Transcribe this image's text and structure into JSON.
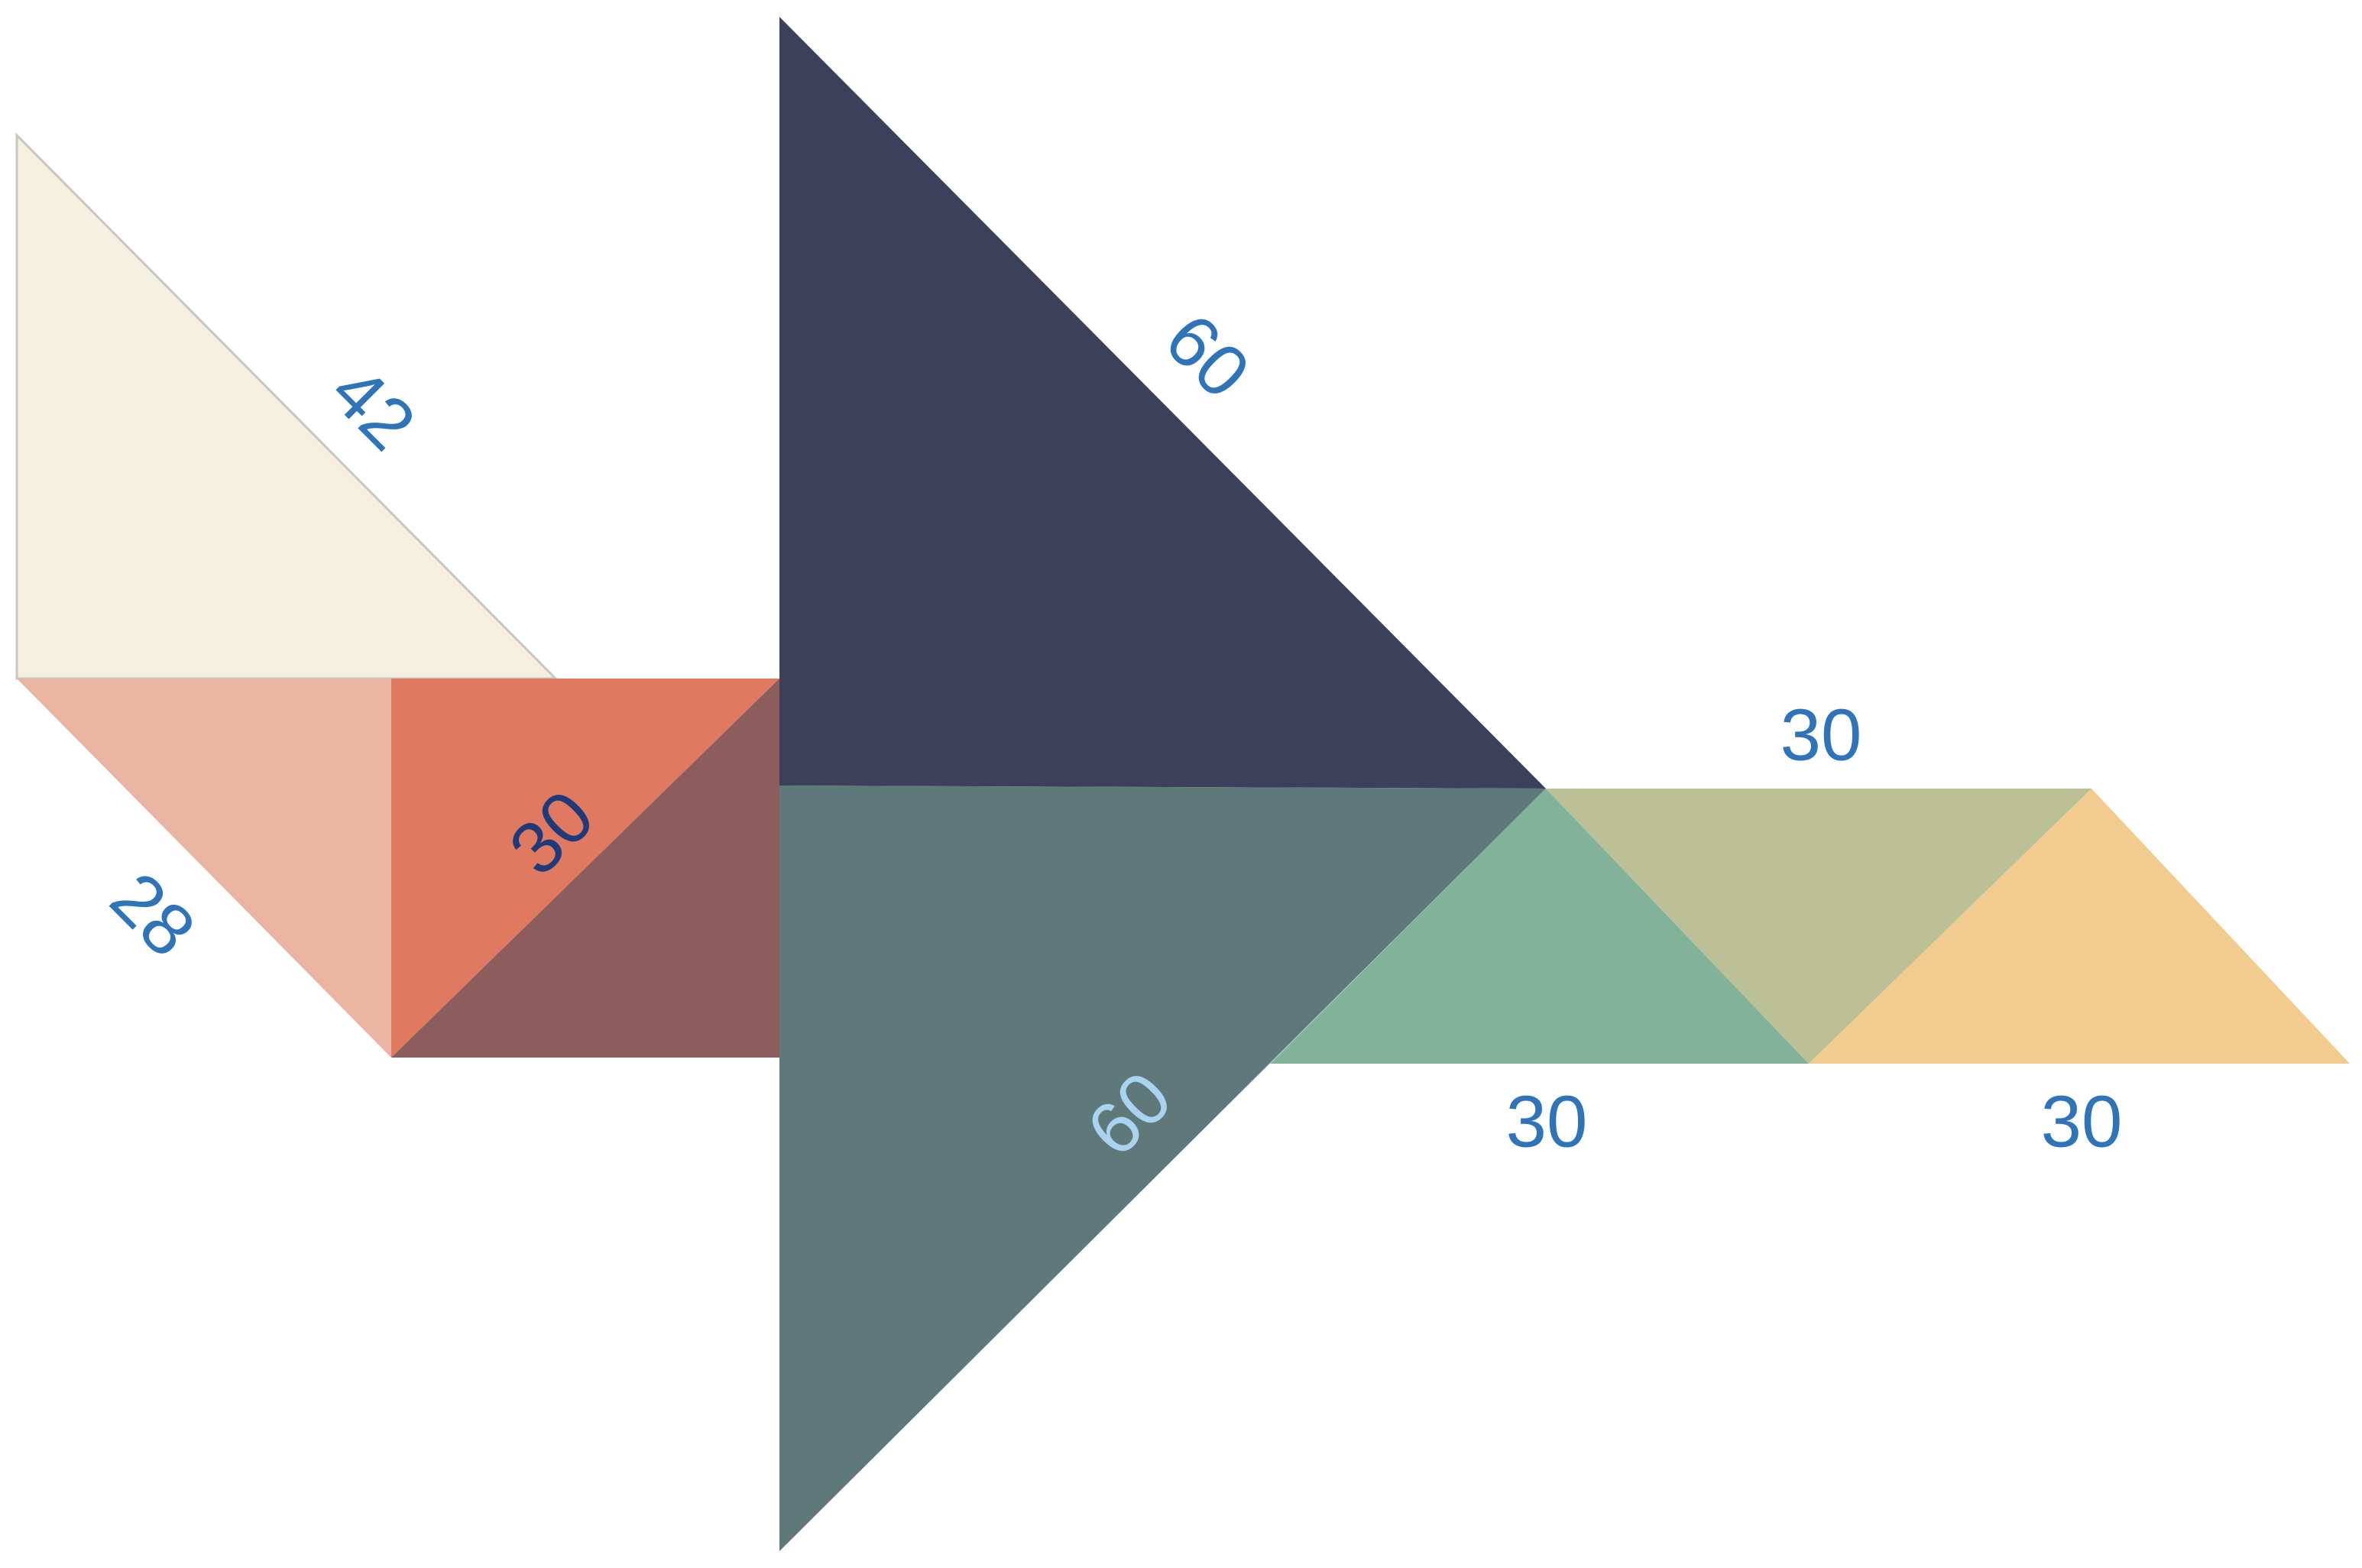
{
  "colors": {
    "label_blue": "#2f74b8",
    "label_dark": "#1e3a7a",
    "label_light": "#a9d3ee",
    "cream": "#f4efdf",
    "peach": "#e9b5a0",
    "coral": "#df7960",
    "maroon": "#8d5d5d",
    "navy": "#3d405b",
    "slate": "#5f7879",
    "mint": "#83b29a",
    "olive": "#bbc097",
    "sand": "#f1cc8e"
  },
  "labels": {
    "cream_hypotenuse": "42",
    "peach_side": "28",
    "coral_diagonal": "30",
    "navy_hypotenuse": "60",
    "slate_hypotenuse": "60",
    "olive_top": "30",
    "mint_bottom": "30",
    "sand_bottom": "30"
  }
}
